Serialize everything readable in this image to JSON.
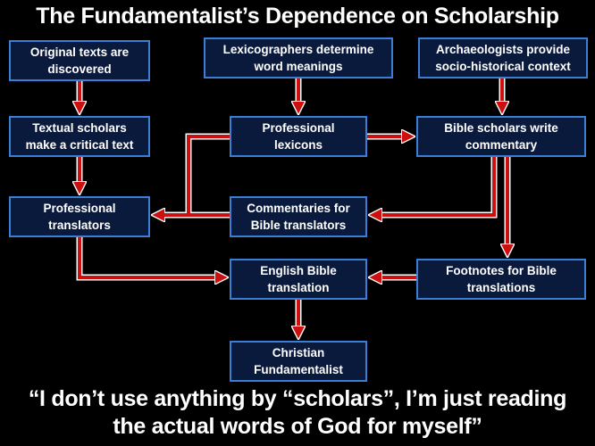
{
  "title": "The Fundamentalist’s Dependence on Scholarship",
  "boxes": {
    "original_texts": [
      "Original texts are",
      "discovered"
    ],
    "lexicographers": [
      "Lexicographers determine",
      "word meanings"
    ],
    "archaeologists": [
      "Archaeologists provide",
      "socio-historical context"
    ],
    "textual_scholars": [
      "Textual scholars",
      "make a critical text"
    ],
    "lexicons": [
      "Professional",
      "lexicons"
    ],
    "bible_scholars": [
      "Bible scholars write",
      "commentary"
    ],
    "translators": [
      "Professional",
      "translators"
    ],
    "commentaries": [
      "Commentaries for",
      "Bible translators"
    ],
    "english_bible": [
      "English Bible",
      "translation"
    ],
    "footnotes": [
      "Footnotes for Bible",
      "translations"
    ],
    "fundamentalist": [
      "Christian",
      "Fundamentalist"
    ]
  },
  "quote": [
    "“I don’t use anything by “scholars”, I’m just reading",
    "the actual words of God for myself”"
  ],
  "colors": {
    "arrow": "#cc1010",
    "arrow_outline": "#ffffff",
    "box_fill": "#0a1a3d",
    "box_border": "#3a7fd5"
  }
}
